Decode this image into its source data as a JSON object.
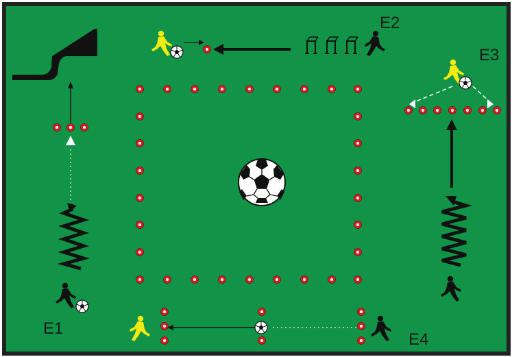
{
  "labels": {
    "e1": "E1",
    "e2": "E2",
    "e3": "E3",
    "e4": "E4"
  },
  "colors": {
    "field": "#119447",
    "border": "#222222",
    "cone": "#d91f26",
    "attacker": "#f2ea10",
    "defender": "#111111"
  },
  "icons": [
    "soccer-ball-icon",
    "player-yellow-icon",
    "player-black-icon",
    "cone-icon",
    "hurdle-icon",
    "ramp-icon"
  ]
}
